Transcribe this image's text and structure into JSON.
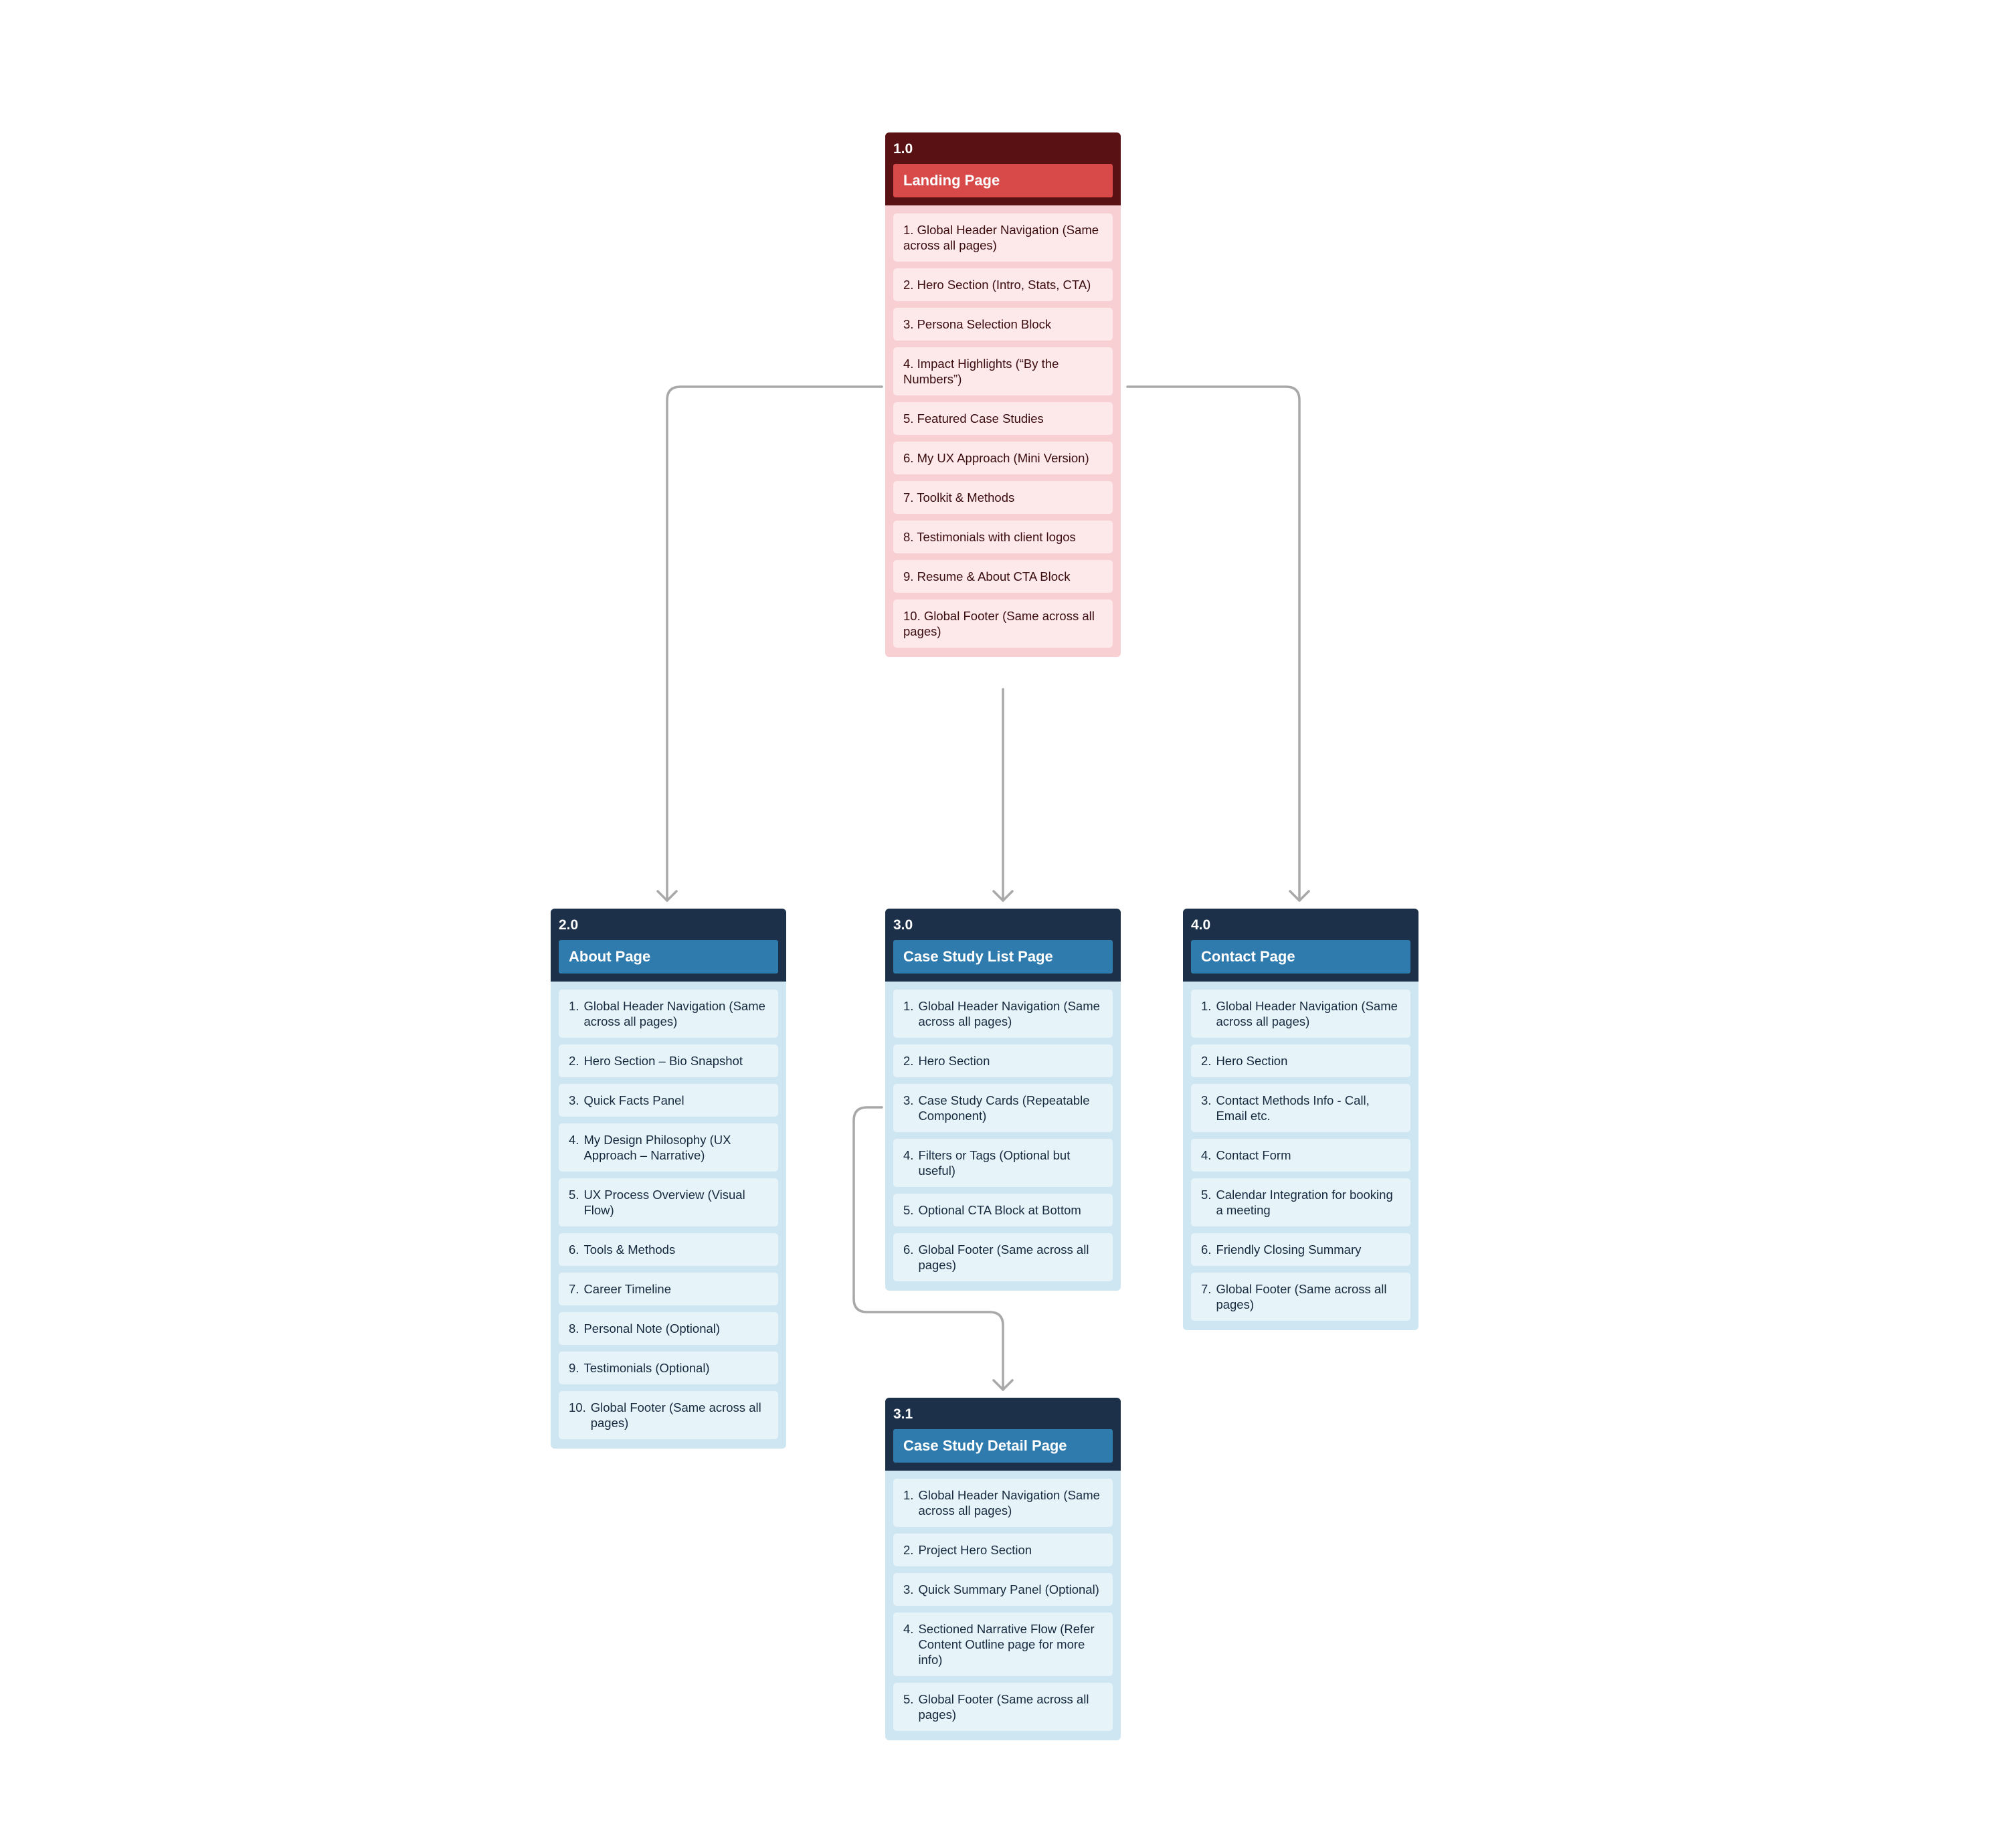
{
  "colors": {
    "landing_header": "#5a1113",
    "landing_title": "#d84a4a",
    "landing_body": "#f8cfd2",
    "landing_item": "#fde8ea",
    "page_header": "#1c3049",
    "page_title": "#2f7bad",
    "page_body": "#cde6f1",
    "page_item": "#e6f3f9",
    "connector": "#a8a8a8"
  },
  "nodes": [
    {
      "id": "1.0",
      "title": "Landing Page",
      "items": [
        {
          "num": "1.",
          "text": "Global Header Navigation (Same across all pages)"
        },
        {
          "num": "2.",
          "text": "Hero Section (Intro, Stats, CTA)"
        },
        {
          "num": "3.",
          "text": "Persona Selection Block"
        },
        {
          "num": "4.",
          "text": "Impact Highlights (“By the Numbers”)"
        },
        {
          "num": "5.",
          "text": "Featured Case Studies"
        },
        {
          "num": "6.",
          "text": "My UX Approach (Mini Version)"
        },
        {
          "num": "7.",
          "text": "Toolkit & Methods"
        },
        {
          "num": "8.",
          "text": "Testimonials with client logos"
        },
        {
          "num": "9.",
          "text": "Resume & About CTA Block"
        },
        {
          "num": "10.",
          "text": "Global Footer (Same across all pages)"
        }
      ]
    },
    {
      "id": "2.0",
      "title": "About Page",
      "items": [
        {
          "num": "1.",
          "text": "Global Header Navigation (Same across all pages)"
        },
        {
          "num": "2.",
          "text": "Hero Section – Bio Snapshot"
        },
        {
          "num": "3.",
          "text": "Quick Facts Panel"
        },
        {
          "num": "4.",
          "text": "My Design Philosophy (UX Approach – Narrative)"
        },
        {
          "num": "5.",
          "text": "UX Process Overview (Visual Flow)"
        },
        {
          "num": "6.",
          "text": "Tools & Methods"
        },
        {
          "num": "7.",
          "text": "Career Timeline"
        },
        {
          "num": "8.",
          "text": "Personal Note (Optional)"
        },
        {
          "num": "9.",
          "text": "Testimonials (Optional)"
        },
        {
          "num": "10.",
          "text": "Global Footer (Same across all pages)"
        }
      ]
    },
    {
      "id": "3.0",
      "title": "Case Study List Page",
      "items": [
        {
          "num": "1.",
          "text": "Global Header Navigation (Same across all pages)"
        },
        {
          "num": "2.",
          "text": "Hero Section"
        },
        {
          "num": "3.",
          "text": "Case Study Cards (Repeatable Component)"
        },
        {
          "num": "4.",
          "text": "Filters or Tags (Optional but useful)"
        },
        {
          "num": "5.",
          "text": "Optional CTA Block at Bottom"
        },
        {
          "num": "6.",
          "text": "Global Footer (Same across all pages)"
        }
      ]
    },
    {
      "id": "4.0",
      "title": "Contact Page",
      "items": [
        {
          "num": "1.",
          "text": "Global Header Navigation (Same across all pages)"
        },
        {
          "num": "2.",
          "text": "Hero Section"
        },
        {
          "num": "3.",
          "text": "Contact Methods Info - Call, Email etc."
        },
        {
          "num": "4.",
          "text": "Contact Form"
        },
        {
          "num": "5.",
          "text": "Calendar Integration for booking a meeting"
        },
        {
          "num": "6.",
          "text": "Friendly Closing Summary"
        },
        {
          "num": "7.",
          "text": "Global Footer (Same across all pages)"
        }
      ]
    },
    {
      "id": "3.1",
      "title": "Case Study Detail Page",
      "items": [
        {
          "num": "1.",
          "text": "Global Header Navigation (Same across all pages)"
        },
        {
          "num": "2.",
          "text": "Project Hero Section"
        },
        {
          "num": "3.",
          "text": "Quick Summary Panel (Optional)"
        },
        {
          "num": "4.",
          "text": "Sectioned Narrative Flow (Refer Content Outline page for more info)"
        },
        {
          "num": "5.",
          "text": "Global Footer (Same across all pages)"
        }
      ]
    }
  ]
}
